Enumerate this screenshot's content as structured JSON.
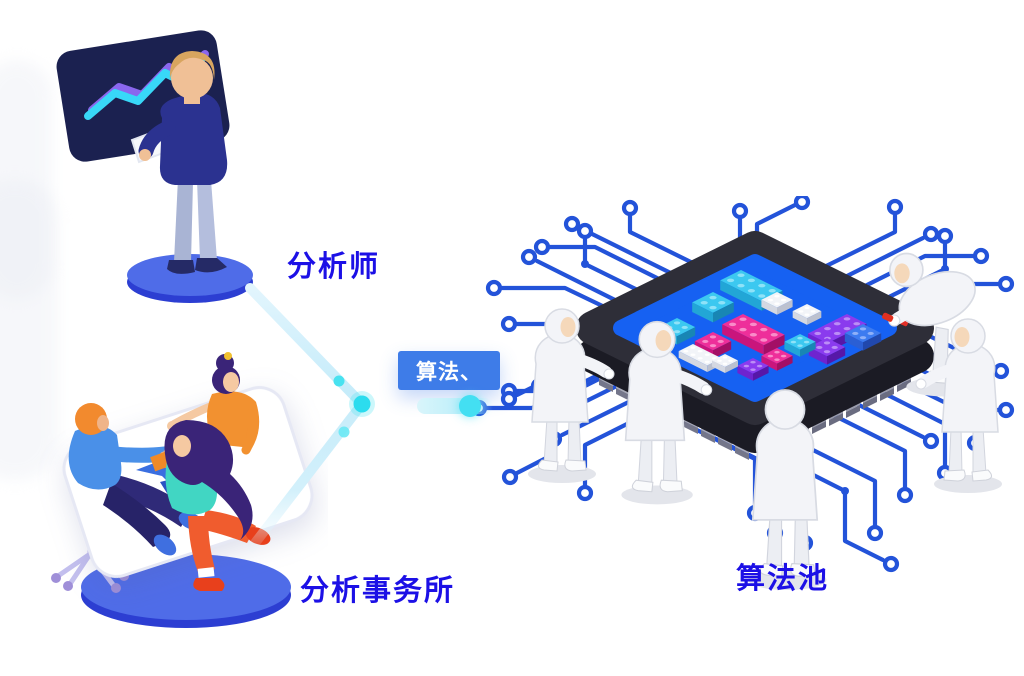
{
  "scene": {
    "analyst": {
      "label": "分析师"
    },
    "firm": {
      "label": "分析事务所"
    },
    "algorithm": {
      "label": "算法、"
    },
    "pool": {
      "label": "算法池"
    }
  },
  "colors": {
    "background": "#ffffff",
    "label_text": "#1c10e6",
    "pill_background": "#3e7ce8",
    "pill_text": "#ffffff",
    "connector_line": "#c6ecfa",
    "connector_dot": "#2cdcee",
    "circuit_trace": "#2353d9",
    "chip_surface": "#1661f2",
    "chip_body": "#2e2e38",
    "platform_blue": "#4f6ce8",
    "platform_rim": "#2c3ed2",
    "brick_cyan": "#3cc8f0",
    "brick_blue": "#3d7bf0",
    "brick_magenta": "#ee2f9a",
    "brick_purple": "#8a3bee",
    "brick_white": "#f2f4f8"
  },
  "icons": {
    "trend_chart": "trend-line-chart-icon",
    "cpu_chip": "isometric-cpu-chip",
    "circuit": "circuit-traces",
    "bricks": "algorithm-building-blocks",
    "workers": "cleanroom-engineer-figures"
  }
}
